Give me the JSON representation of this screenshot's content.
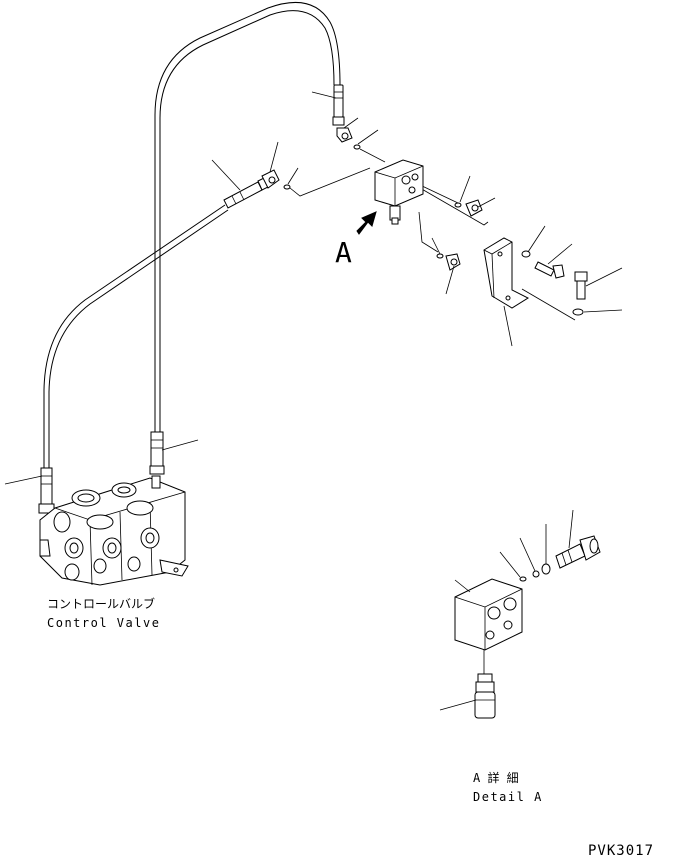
{
  "labels": {
    "control_valve_jp": "コントロールバルブ",
    "control_valve_en": "Control Valve",
    "view_marker": "A",
    "detail_jp": "A 詳 細",
    "detail_en": "Detail A",
    "figure_code": "PVK3017"
  }
}
